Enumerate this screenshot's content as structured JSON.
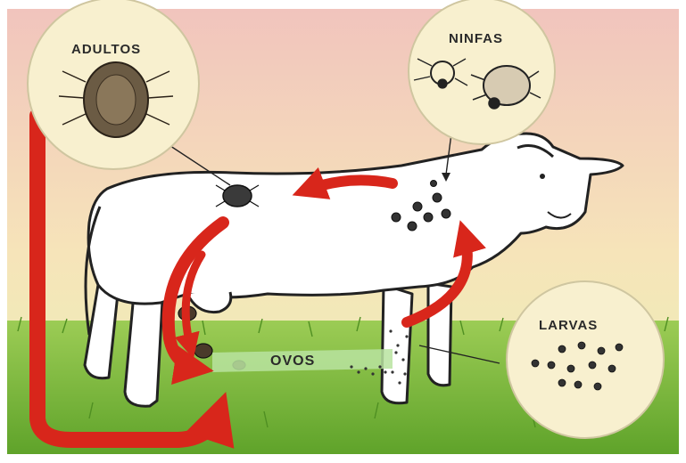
{
  "labels": {
    "adultos": "ADULTOS",
    "ninfas": "NINFAS",
    "larvas": "LARVAS",
    "ovos": "OVOS"
  },
  "colors": {
    "sky_top": "#f2c8bf",
    "sky_bottom": "#eef3b8",
    "grass": "#7cbf3a",
    "circle_fill": "#f8f0cf",
    "arrow_red": "#d8261b",
    "cow_fill": "#ffffff",
    "cow_outline": "#222222"
  }
}
